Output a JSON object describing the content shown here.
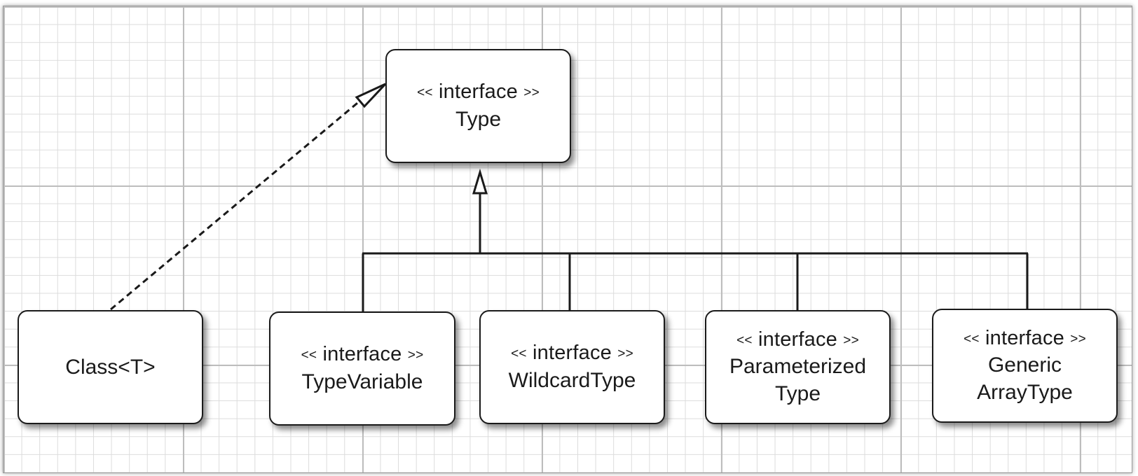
{
  "diagram": {
    "type": "uml-class-hierarchy",
    "root": {
      "stereotype": "interface",
      "name_lines": [
        "Type"
      ]
    },
    "nodes": [
      {
        "id": "class_t",
        "stereotype": "",
        "name_lines": [
          "Class<T>"
        ],
        "relation": "realization"
      },
      {
        "id": "type_variable",
        "stereotype": "interface",
        "name_lines": [
          "TypeVariable"
        ],
        "relation": "generalization"
      },
      {
        "id": "wildcard_type",
        "stereotype": "interface",
        "name_lines": [
          "WildcardType"
        ],
        "relation": "generalization"
      },
      {
        "id": "parameterized_type",
        "stereotype": "interface",
        "name_lines": [
          "Parameterized",
          "Type"
        ],
        "relation": "generalization"
      },
      {
        "id": "generic_array_type",
        "stereotype": "interface",
        "name_lines": [
          "Generic",
          "ArrayType"
        ],
        "relation": "generalization"
      }
    ],
    "stereotype_open": "<<",
    "stereotype_close": ">>"
  }
}
